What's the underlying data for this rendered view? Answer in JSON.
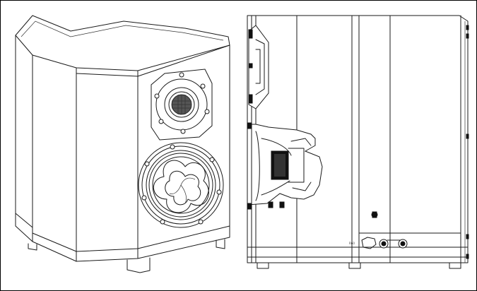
{
  "figure": {
    "views": [
      "perspective",
      "side-section"
    ],
    "border_color": "#000000",
    "line_color": "#1a1a1a",
    "background": "#ffffff",
    "annotation": "R60"
  }
}
